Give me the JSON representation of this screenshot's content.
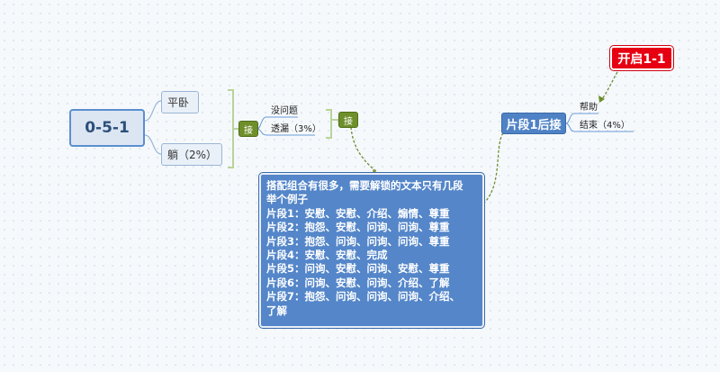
{
  "root": {
    "label": "0-5-1"
  },
  "branches": [
    {
      "label": "平卧"
    },
    {
      "label": "躺（2%）"
    }
  ],
  "connector1": {
    "label": "接"
  },
  "connector1_items": [
    {
      "label": "没问题"
    },
    {
      "label": "透漏（3%）"
    }
  ],
  "connector2": {
    "label": "接"
  },
  "note": {
    "lines": [
      "搭配组合有很多，需要解锁的文本只有几段",
      "举个例子",
      "片段1：安慰、安慰、介绍、煽情、尊重",
      "片段2：抱怨、安慰、问询、问询、尊重",
      "片段3：抱怨、问询、问询、问询、尊重",
      "片段4：安慰、安慰、完成",
      "片段5：问询、安慰、问询、安慰、尊重",
      "片段6：问询、安慰、问询、介绍、了解",
      "片段7：抱怨、问询、问询、问询、介绍、",
      "了解"
    ]
  },
  "fragment_node": {
    "label": "片段1后接"
  },
  "fragment_items": [
    {
      "label": "帮助"
    },
    {
      "label": "结束（4%）"
    }
  ],
  "red_node": {
    "label": "开启1-1"
  },
  "colors": {
    "root_border": "#5b8fd0",
    "green": "#6f8f2b",
    "blue": "#4f82c5",
    "red": "#e60012",
    "bracket": "#b9d39a",
    "dashed_link": "#6b8e2e"
  }
}
